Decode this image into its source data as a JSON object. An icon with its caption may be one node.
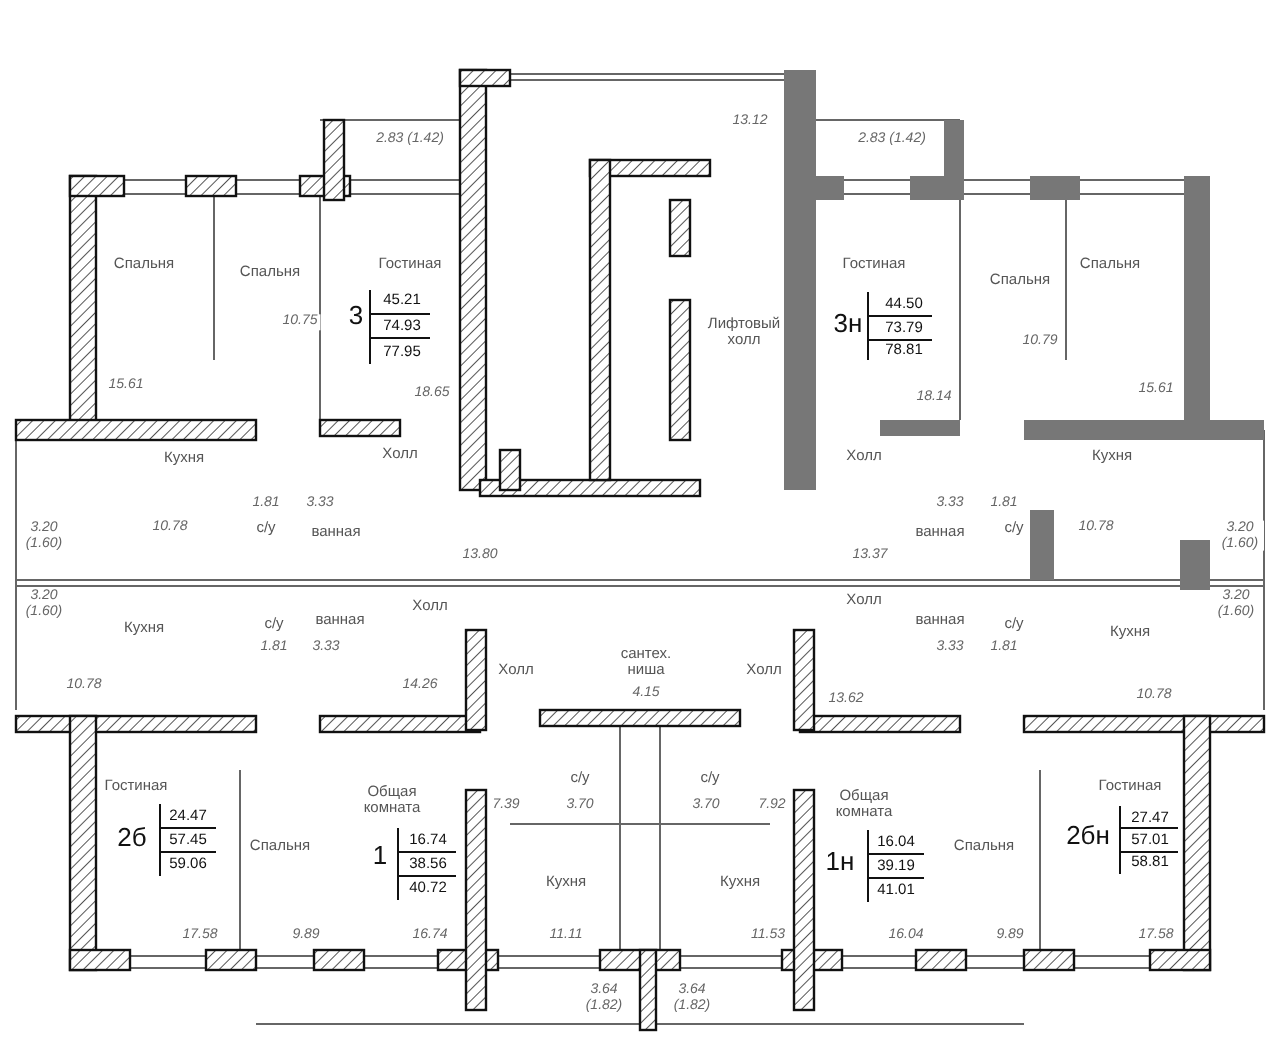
{
  "diagram": {
    "labels": [
      "2.83 (1.42)",
      "13.12",
      "2.83 (1.42)",
      "Спальня",
      "Спальня",
      "Гостиная",
      "3",
      "45.21",
      "74.93",
      "77.95",
      "Лифтовый холл",
      "Гостиная",
      "3н",
      "44.50",
      "73.79",
      "78.81",
      "Спальня",
      "Спальня",
      "10.75",
      "15.61",
      "18.65",
      "18.14",
      "10.79",
      "15.61",
      "Кухня",
      "Холл",
      "Холл",
      "Кухня",
      "1.81",
      "3.33",
      "3.33",
      "1.81",
      "3.20 (1.60)",
      "10.78",
      "c/у",
      "ванная",
      "ванная",
      "c/у",
      "10.78",
      "3.20 (1.60)",
      "13.80",
      "13.37",
      "3.20 (1.60)",
      "Холл",
      "Холл",
      "3.20 (1.60)",
      "Кухня",
      "c/у",
      "ванная",
      "ванная",
      "c/у",
      "Кухня",
      "1.81",
      "3.33",
      "3.33",
      "1.81",
      "Холл",
      "сантех. ниша",
      "Холл",
      "10.78",
      "14.26",
      "4.15",
      "13.62",
      "10.78",
      "Гостиная",
      "2б",
      "24.47",
      "57.45",
      "59.06",
      "Спальня",
      "Общая комната",
      "1",
      "16.74",
      "38.56",
      "40.72",
      "c/у",
      "c/у",
      "7.39",
      "3.70",
      "3.70",
      "7.92",
      "Кухня",
      "Кухня",
      "Общая комната",
      "1н",
      "16.04",
      "39.19",
      "41.01",
      "Спальня",
      "Гостиная",
      "2бн",
      "27.47",
      "57.01",
      "58.81",
      "17.58",
      "9.89",
      "16.74",
      "11.11",
      "11.53",
      "16.04",
      "9.89",
      "17.58",
      "3.64 (1.82)",
      "3.64 (1.82)"
    ]
  }
}
